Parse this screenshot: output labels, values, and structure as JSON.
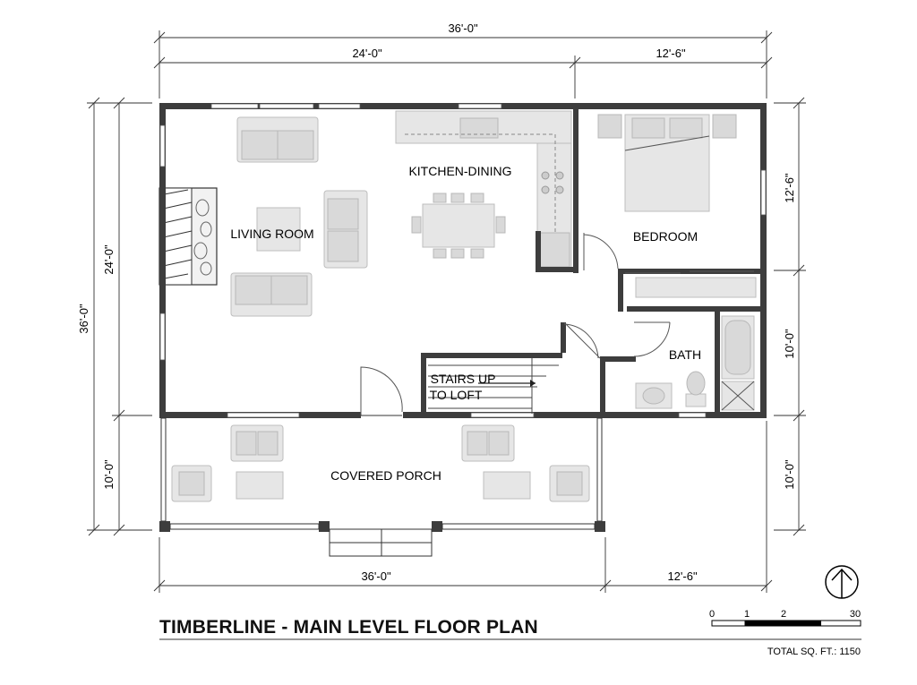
{
  "title": "TIMBERLINE - MAIN LEVEL FLOOR PLAN",
  "total_area": "TOTAL SQ. FT.: 1150",
  "rooms": {
    "living": "LIVING ROOM",
    "kitchen": "KITCHEN-DINING",
    "bedroom": "BEDROOM",
    "bath": "BATH",
    "stairs_line1": "STAIRS UP",
    "stairs_line2": "TO LOFT",
    "porch": "COVERED PORCH"
  },
  "dimensions": {
    "top_overall": "36'-0\"",
    "top_left": "24'-0\"",
    "top_right": "12'-6\"",
    "left_overall": "36'-0\"",
    "left_upper": "24'-0\"",
    "left_lower": "10'-0\"",
    "right_bedroom": "12'-6\"",
    "right_bath": "10'-0\"",
    "right_porch": "10'-0\"",
    "bottom_left": "36'-0\"",
    "bottom_right": "12'-6\""
  },
  "scale_bar": {
    "labels": [
      "0",
      "1",
      "2",
      "30"
    ]
  },
  "north_arrow": "north-arrow-icon"
}
